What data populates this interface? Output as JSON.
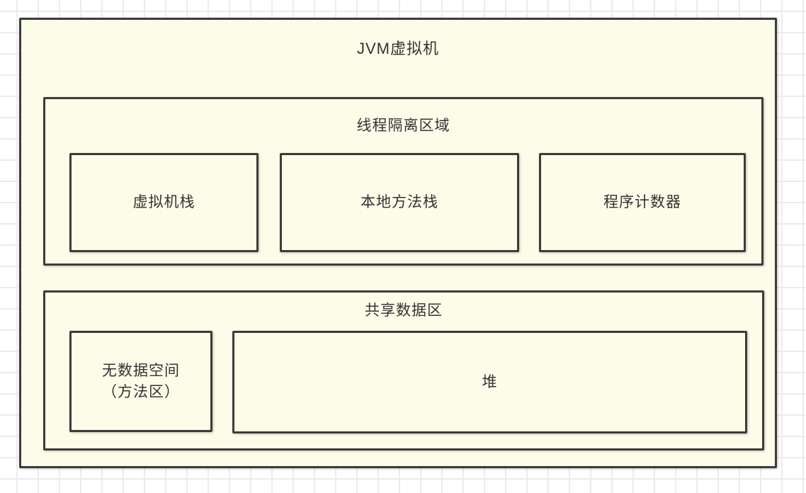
{
  "diagram": {
    "title": "JVM虚拟机",
    "thread_area": {
      "title": "线程隔离区域",
      "boxes": {
        "vm_stack": "虚拟机栈",
        "native_method_stack": "本地方法栈",
        "program_counter": "程序计数器"
      }
    },
    "shared_area": {
      "title": "共享数据区",
      "boxes": {
        "method_area_line1": "无数据空间",
        "method_area_line2": "（方法区）",
        "heap": "堆"
      }
    },
    "colors": {
      "shape_fill": "#FCFCE9",
      "shape_stroke": "#3C3C3C",
      "grid_line": "#ECECEC",
      "canvas_background": "#FFFFFF",
      "text": "#333333"
    }
  }
}
